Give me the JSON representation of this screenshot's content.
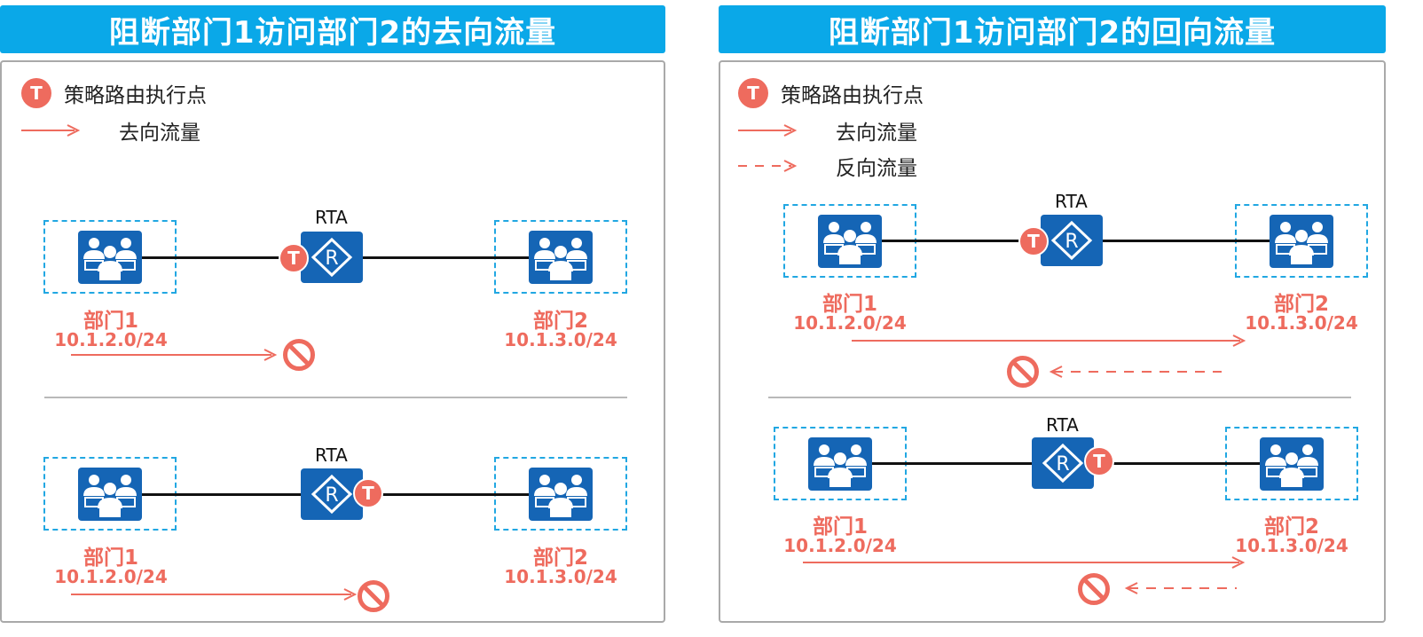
{
  "left": {
    "title": "阻断部门1访问部门2的去向流量",
    "legend": {
      "policy_point": "策略路由执行点",
      "forward_flow": "去向流量"
    },
    "scenario_a": {
      "router": "RTA",
      "dept1": {
        "name": "部门1",
        "subnet": "10.1.2.0/24"
      },
      "dept2": {
        "name": "部门2",
        "subnet": "10.1.3.0/24"
      }
    },
    "scenario_b": {
      "router": "RTA",
      "dept1": {
        "name": "部门1",
        "subnet": "10.1.2.0/24"
      },
      "dept2": {
        "name": "部门2",
        "subnet": "10.1.3.0/24"
      }
    }
  },
  "right": {
    "title": "阻断部门1访问部门2的回向流量",
    "legend": {
      "policy_point": "策略路由执行点",
      "forward_flow": "去向流量",
      "reverse_flow": "反向流量"
    },
    "scenario_a": {
      "router": "RTA",
      "dept1": {
        "name": "部门1",
        "subnet": "10.1.2.0/24"
      },
      "dept2": {
        "name": "部门2",
        "subnet": "10.1.3.0/24"
      }
    },
    "scenario_b": {
      "router": "RTA",
      "dept1": {
        "name": "部门1",
        "subnet": "10.1.2.0/24"
      },
      "dept2": {
        "name": "部门2",
        "subnet": "10.1.3.0/24"
      }
    }
  },
  "badge_letter": "T",
  "colors": {
    "title_bg": "#0aa8e8",
    "accent": "#ee6b5e",
    "device": "#1565b5",
    "dashed_border": "#21a7e2"
  },
  "icons": {
    "policy_point": "t-badge-icon",
    "department": "people-group-icon",
    "router": "router-icon",
    "blocked": "prohibited-icon"
  }
}
